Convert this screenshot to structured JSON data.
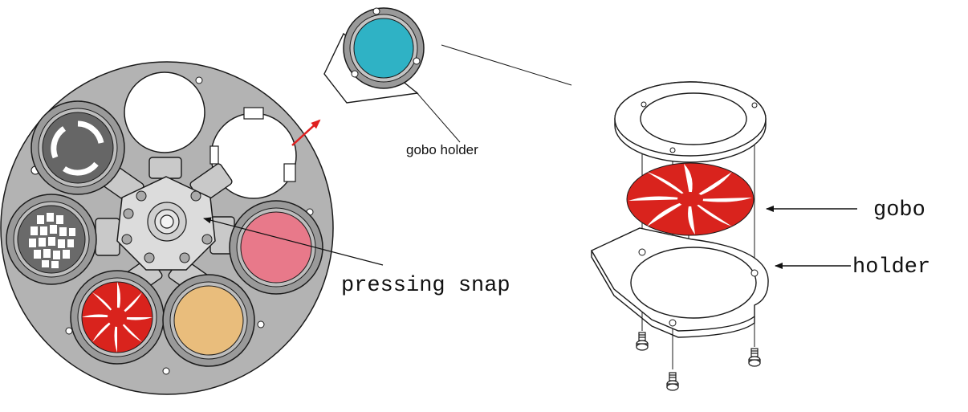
{
  "labels": {
    "gobo_holder": "gobo holder",
    "pressing_snap": "pressing snap",
    "gobo": "gobo",
    "holder": "holder"
  },
  "colors": {
    "wheel_plate": "#b3b3b3",
    "holder_ring": "#9a9a9a",
    "dark_gobo": "#666666",
    "cyan_filter": "#2fb2c5",
    "pink_filter": "#e8798a",
    "orange_filter": "#e9bd7c",
    "red_gobo": "#d9231d",
    "arrow_red": "#e02020"
  },
  "icons": {
    "screw": "screw-icon",
    "direction_arrow": "red-arrow-icon"
  }
}
